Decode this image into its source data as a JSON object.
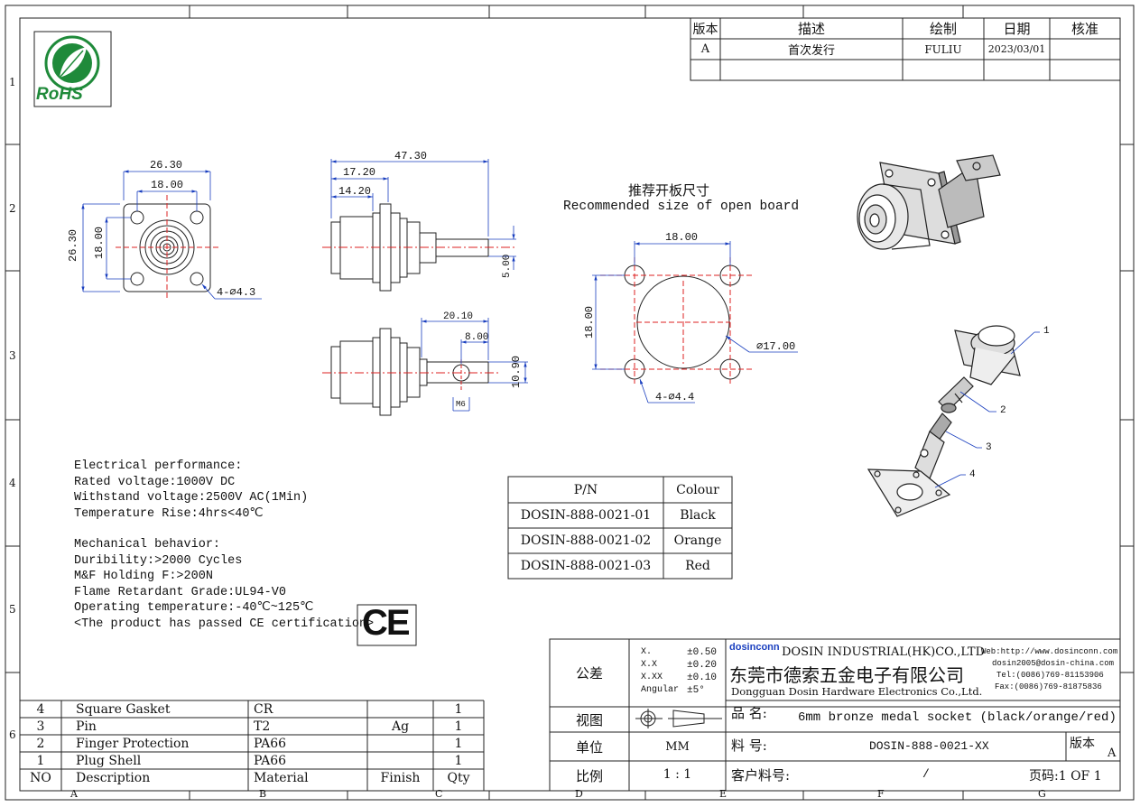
{
  "border": {
    "rows": [
      "1",
      "2",
      "3",
      "4",
      "5",
      "6"
    ],
    "cols": [
      "A",
      "B",
      "C",
      "D",
      "E",
      "F",
      "G"
    ]
  },
  "revision_table": {
    "headers": [
      "版本",
      "描述",
      "绘制",
      "日期",
      "核准"
    ],
    "row": [
      "A",
      "首次发行",
      "FULIU",
      "2023/03/01",
      ""
    ]
  },
  "rohs_logo": "RoHS",
  "dims": {
    "front": {
      "w1": "26.30",
      "w2": "18.00",
      "h1": "26.30",
      "h2": "18.00",
      "holes": "4-⌀4.3"
    },
    "side": {
      "total": "47.30",
      "a": "17.20",
      "b": "14.20",
      "pin": "5.00"
    },
    "bottom": {
      "a": "20.10",
      "b": "8.00",
      "c": "10.90",
      "thread": "M6"
    },
    "board": {
      "title_cn": "推荐开板尺寸",
      "title_en": "Recommended size of open board",
      "w": "18.00",
      "h": "18.00",
      "dia": "⌀17.00",
      "holes": "4-⌀4.4"
    }
  },
  "callouts": [
    "1",
    "2",
    "3",
    "4"
  ],
  "specs": {
    "electrical": [
      "Electrical performance:",
      "Rated voltage:1000V DC",
      "Withstand voltage:2500V AC(1Min)",
      "Temperature Rise:4hrs<40℃"
    ],
    "mechanical": [
      "Mechanical behavior:",
      "Duribility:>2000 Cycles",
      "M&F Holding F:>200N",
      "Flame Retardant Grade:UL94-V0",
      "Operating temperature:-40℃~125℃",
      "<The product has passed CE certification>"
    ]
  },
  "ce_mark": "CE",
  "pn_table": {
    "headers": [
      "P/N",
      "Colour"
    ],
    "rows": [
      [
        "DOSIN-888-0021-01",
        "Black"
      ],
      [
        "DOSIN-888-0021-02",
        "Orange"
      ],
      [
        "DOSIN-888-0021-03",
        "Red"
      ]
    ]
  },
  "bom": {
    "rows": [
      [
        "4",
        "Square Gasket",
        "CR",
        "",
        "1"
      ],
      [
        "3",
        "Pin",
        "T2",
        "Ag",
        "1"
      ],
      [
        "2",
        "Finger Protection",
        "PA66",
        "",
        "1"
      ],
      [
        "1",
        "Plug Shell",
        "PA66",
        "",
        "1"
      ]
    ],
    "header": [
      "NO",
      "Description",
      "Material",
      "Finish",
      "Qty"
    ]
  },
  "title_block": {
    "tolerance_label": "公差",
    "tolerances": [
      [
        "X.",
        "±0.50"
      ],
      [
        "X.X",
        "±0.20"
      ],
      [
        "X.XX",
        "±0.10"
      ],
      [
        "Angular",
        "±5°"
      ]
    ],
    "view_label": "视图",
    "unit_label": "单位",
    "unit_value": "MM",
    "scale_label": "比例",
    "scale_value": "1 : 1",
    "brand": "dosinconn",
    "company_en": "DOSIN INDUSTRIAL(HK)CO.,LTD",
    "company_cn": "东莞市德索五金电子有限公司",
    "company_en2": "Dongguan Dosin Hardware Electronics Co.,Ltd.",
    "web": "Web:http://www.dosinconn.com",
    "email": "dosin2005@dosin-china.com",
    "tel": "Tel:(0086)769-81153906",
    "fax": "Fax:(0086)769-81875836",
    "name_label": "品  名:",
    "name_value": "6mm bronze medal socket (black/orange/red)",
    "part_label": "料  号:",
    "part_value": "DOSIN-888-0021-XX",
    "rev_label": "版本",
    "rev_value": "A",
    "customer_label": "客户料号:",
    "customer_value": "/",
    "page_label": "页码:1 OF 1"
  }
}
